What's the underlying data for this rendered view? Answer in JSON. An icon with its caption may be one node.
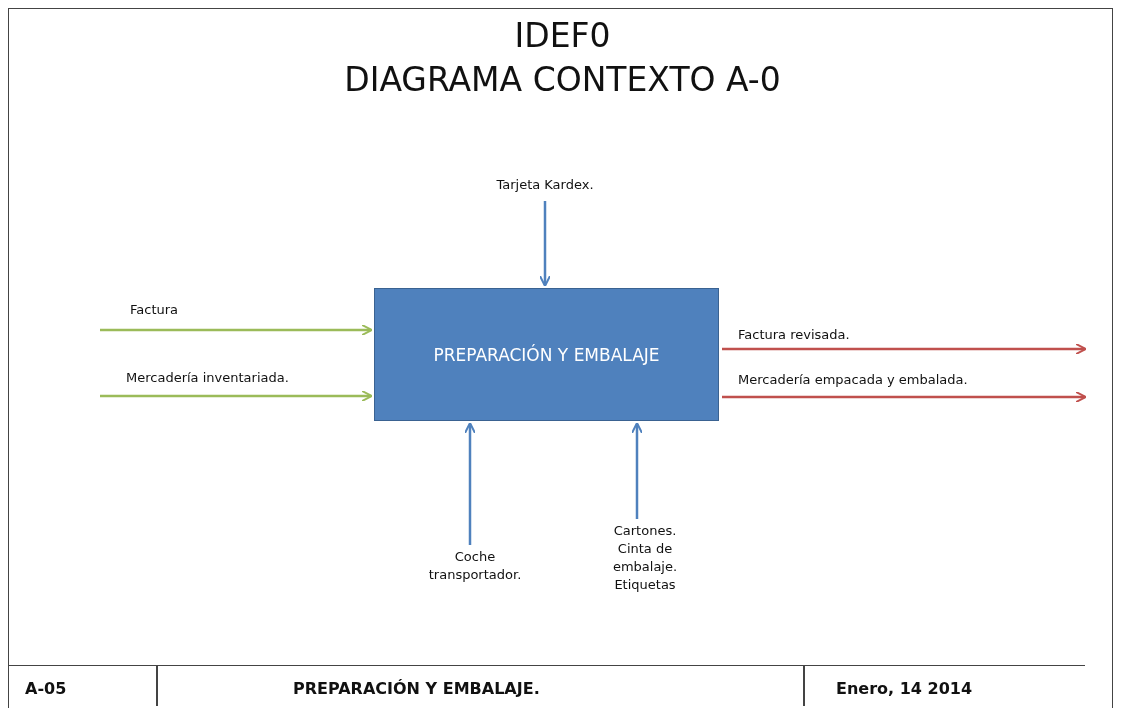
{
  "diagram": {
    "title": "IDEF0 DIAGRAMA CONTEXTO A-0",
    "nodes": [
      {
        "text": [
          "PREPARACIÓN Y EMBALAJE"
        ]
      },
      {
        "text": [
          "Tarjeta Kardex."
        ]
      },
      {
        "text": [
          "Coche transportador."
        ]
      },
      {
        "text": [
          "Cartones. Cinta de embalaje. Etiquetas"
        ]
      }
    ],
    "edges": [
      {
        "from": 1,
        "to": 0,
        "arrow": "to",
        "color": "#4f81bd"
      },
      {
        "from": null,
        "to": 0,
        "arrow": "to",
        "label": "Factura",
        "color": "#9bbb59"
      },
      {
        "from": null,
        "to": 0,
        "arrow": "to",
        "label": "Mercadería inventariada.",
        "color": "#9bbb59"
      },
      {
        "from": 0,
        "to": null,
        "arrow": "to",
        "label": "Factura revisada.",
        "color": "#c0504d"
      },
      {
        "from": 0,
        "to": null,
        "arrow": "to",
        "label": "Mercadería empacada y embalada.",
        "color": "#c0504d"
      },
      {
        "from": 2,
        "to": 0,
        "arrow": "to",
        "color": "#4f81bd"
      },
      {
        "from": 3,
        "to": 0,
        "arrow": "to",
        "color": "#4f81bd"
      }
    ],
    "labels": [
      "A-05",
      "PREPARACIÓN Y EMBALAJE.",
      "Enero, 14 2014"
    ]
  }
}
